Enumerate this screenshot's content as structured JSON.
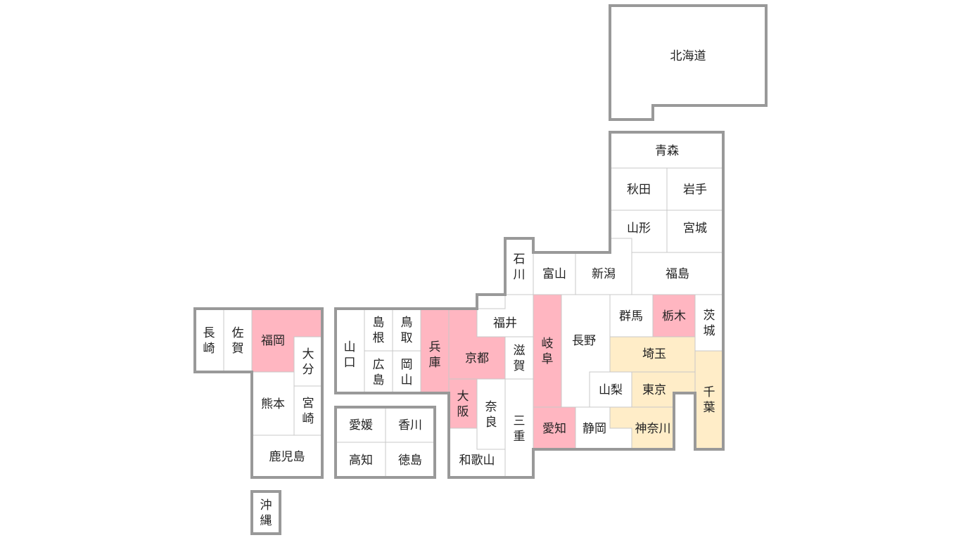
{
  "map": {
    "colors": {
      "default": "#ffffff",
      "red": "#ffb6c1",
      "yellow": "#ffedc8",
      "border": "#999999"
    },
    "prefectures": [
      {
        "id": "hokkaido",
        "name": "北海道",
        "fill": "default"
      },
      {
        "id": "aomori",
        "name": "青森",
        "fill": "default"
      },
      {
        "id": "akita",
        "name": "秋田",
        "fill": "default"
      },
      {
        "id": "iwate",
        "name": "岩手",
        "fill": "default"
      },
      {
        "id": "yamagata",
        "name": "山形",
        "fill": "default"
      },
      {
        "id": "miyagi",
        "name": "宮城",
        "fill": "default"
      },
      {
        "id": "fukushima",
        "name": "福島",
        "fill": "default"
      },
      {
        "id": "niigata",
        "name": "新潟",
        "fill": "default"
      },
      {
        "id": "toyama",
        "name": "富山",
        "fill": "default"
      },
      {
        "id": "ishikawa",
        "name": "石川",
        "fill": "default"
      },
      {
        "id": "fukui",
        "name": "福井",
        "fill": "default"
      },
      {
        "id": "gunma",
        "name": "群馬",
        "fill": "default"
      },
      {
        "id": "tochigi",
        "name": "栃木",
        "fill": "red"
      },
      {
        "id": "ibaraki",
        "name": "茨城",
        "fill": "default"
      },
      {
        "id": "nagano",
        "name": "長野",
        "fill": "default"
      },
      {
        "id": "gifu",
        "name": "岐阜",
        "fill": "red"
      },
      {
        "id": "saitama",
        "name": "埼玉",
        "fill": "yellow"
      },
      {
        "id": "chiba",
        "name": "千葉",
        "fill": "yellow"
      },
      {
        "id": "yamanashi",
        "name": "山梨",
        "fill": "default"
      },
      {
        "id": "tokyo",
        "name": "東京",
        "fill": "yellow"
      },
      {
        "id": "kanagawa",
        "name": "神奈川",
        "fill": "yellow"
      },
      {
        "id": "shizuoka",
        "name": "静岡",
        "fill": "default"
      },
      {
        "id": "aichi",
        "name": "愛知",
        "fill": "red"
      },
      {
        "id": "mie",
        "name": "三重",
        "fill": "default"
      },
      {
        "id": "shiga",
        "name": "滋賀",
        "fill": "default"
      },
      {
        "id": "kyoto",
        "name": "京都",
        "fill": "red"
      },
      {
        "id": "osaka",
        "name": "大阪",
        "fill": "red"
      },
      {
        "id": "nara",
        "name": "奈良",
        "fill": "default"
      },
      {
        "id": "wakayama",
        "name": "和歌山",
        "fill": "default"
      },
      {
        "id": "hyogo",
        "name": "兵庫",
        "fill": "red"
      },
      {
        "id": "tottori",
        "name": "鳥取",
        "fill": "default"
      },
      {
        "id": "shimane",
        "name": "島根",
        "fill": "default"
      },
      {
        "id": "okayama",
        "name": "岡山",
        "fill": "default"
      },
      {
        "id": "hiroshima",
        "name": "広島",
        "fill": "default"
      },
      {
        "id": "yamaguchi",
        "name": "山口",
        "fill": "default"
      },
      {
        "id": "kagawa",
        "name": "香川",
        "fill": "default"
      },
      {
        "id": "ehime",
        "name": "愛媛",
        "fill": "default"
      },
      {
        "id": "tokushima",
        "name": "徳島",
        "fill": "default"
      },
      {
        "id": "kochi",
        "name": "高知",
        "fill": "default"
      },
      {
        "id": "fukuoka",
        "name": "福岡",
        "fill": "red"
      },
      {
        "id": "saga",
        "name": "佐賀",
        "fill": "default"
      },
      {
        "id": "nagasaki",
        "name": "長崎",
        "fill": "default"
      },
      {
        "id": "oita",
        "name": "大分",
        "fill": "default"
      },
      {
        "id": "kumamoto",
        "name": "熊本",
        "fill": "default"
      },
      {
        "id": "miyazaki",
        "name": "宮崎",
        "fill": "default"
      },
      {
        "id": "kagoshima",
        "name": "鹿児島",
        "fill": "default"
      },
      {
        "id": "okinawa",
        "name": "沖縄",
        "fill": "default"
      }
    ]
  }
}
